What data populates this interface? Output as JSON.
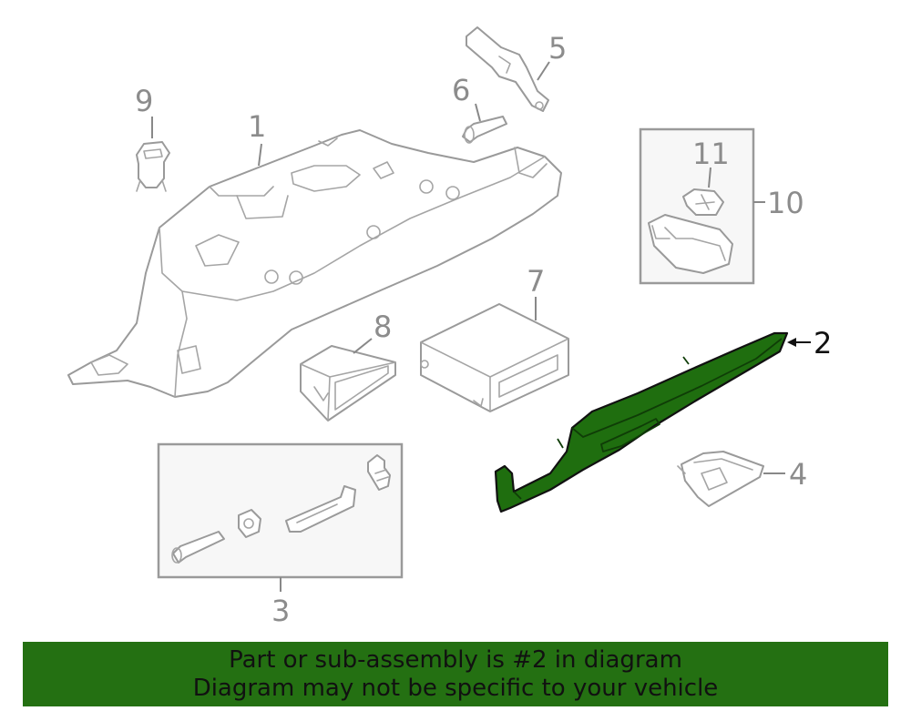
{
  "diagram": {
    "callouts": {
      "c1": "1",
      "c2": "2",
      "c3": "3",
      "c4": "4",
      "c5": "5",
      "c6": "6",
      "c7": "7",
      "c8": "8",
      "c9": "9",
      "c10": "10",
      "c11": "11"
    },
    "highlight_color": "#1f6e0f",
    "highlighted_part": "2"
  },
  "banner": {
    "line1": "Part or sub-assembly is #2 in diagram",
    "line2": "Diagram may not be specific to your vehicle",
    "background": "#247012"
  }
}
